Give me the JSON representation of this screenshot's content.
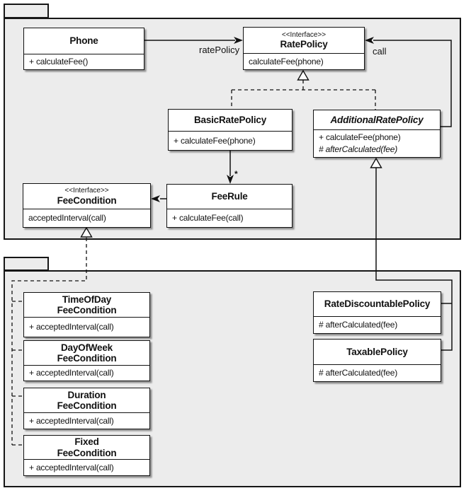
{
  "diagram": {
    "kind": "uml-class-diagram",
    "colors": {
      "package_fill": "#ececec",
      "class_fill": "#ffffff",
      "line_color": "#111111",
      "page_background": "#ffffff"
    },
    "packages": [
      {
        "name": ""
      },
      {
        "name": ""
      }
    ],
    "labels": {
      "rate_policy_assoc": "ratePolicy",
      "call_assoc": "call",
      "many_multiplicity": "*"
    }
  },
  "classes": {
    "phone": {
      "name": "Phone",
      "ops": [
        "+ calculateFee()"
      ]
    },
    "rate_policy": {
      "stereotype": "<<Interface>>",
      "name": "RatePolicy",
      "ops": [
        "calculateFee(phone)"
      ]
    },
    "basic_rate_policy": {
      "name": "BasicRatePolicy",
      "ops": [
        "+ calculateFee(phone)"
      ]
    },
    "additional_rate_policy": {
      "name": "AdditionalRatePolicy",
      "ops": [
        "+ calculateFee(phone)",
        "# afterCalculated(fee)"
      ]
    },
    "fee_condition": {
      "stereotype": "<<Interface>>",
      "name": "FeeCondition",
      "ops": [
        "acceptedInterval(call)"
      ]
    },
    "fee_rule": {
      "name": "FeeRule",
      "ops": [
        "+ calculateFee(call)"
      ]
    },
    "time_of_day_fee_condition": {
      "name_line1": "TimeOfDay",
      "name_line2": "FeeCondition",
      "ops": [
        "+ acceptedInterval(call)"
      ]
    },
    "day_of_week_fee_condition": {
      "name_line1": "DayOfWeek",
      "name_line2": "FeeCondition",
      "ops": [
        "+ acceptedInterval(call)"
      ]
    },
    "duration_fee_condition": {
      "name_line1": "Duration",
      "name_line2": "FeeCondition",
      "ops": [
        "+ acceptedInterval(call)"
      ]
    },
    "fixed_fee_condition": {
      "name_line1": "Fixed",
      "name_line2": "FeeCondition",
      "ops": [
        "+ acceptedInterval(call)"
      ]
    },
    "rate_discountable_policy": {
      "name": "RateDiscountablePolicy",
      "ops": [
        "# afterCalculated(fee)"
      ]
    },
    "taxable_policy": {
      "name": "TaxablePolicy",
      "ops": [
        "# afterCalculated(fee)"
      ]
    }
  }
}
